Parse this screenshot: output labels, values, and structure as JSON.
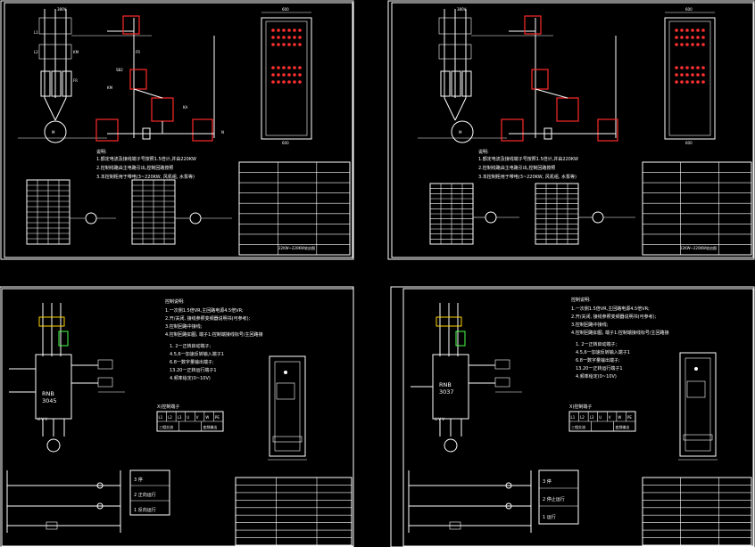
{
  "sheets": [
    {
      "id": "top-left",
      "drawing_title": "22KW~220KW软启图",
      "notes_header": "说明:",
      "notes": [
        "1.额定电流及接线端子号按照1.5倍计,并由220KW",
        "2.控制线路由主电路引出,控制回路按照",
        "3.本控制柜用于带电(3~220KW, 风机组, 水泵等)"
      ],
      "cabinet_top_label": "600",
      "cabinet_bottom_label": "600"
    },
    {
      "id": "top-right",
      "drawing_title": "22KW~220KW软启图",
      "notes_header": "说明:",
      "notes": [
        "1.额定电流及接线端子号按照1.5倍计,并由220KW",
        "2.控制线路由主电路引出,控制回路按照",
        "3.本控制柜用于带电(3~220KW, 风机组, 水泵等)"
      ],
      "cabinet_top_label": "600",
      "cabinet_bottom_label": "600"
    },
    {
      "id": "bottom-left",
      "device_label": "RNB",
      "device_model": "3045",
      "notes_header": "控制说明:",
      "notes": [
        "1.一次侧1.5倍VR,主回路电源4.5倍VR;",
        "2.开/关闭, 接线参照变频器说明书(可参考);",
        "3.控制回路中接线;",
        "4.控制回路如图, 端子1:控制端接线标号/主回路接",
        "1. 2一正转启动端子;",
        "4.5,6一加速反转输入端子1",
        "6.8一数字量输出端子;",
        "13.20一正转运行端子1",
        "4.频率给定(0~10V)"
      ],
      "terminal_header": "X)控制端子",
      "terminal_cells": [
        "L1",
        "L2",
        "L3",
        "U",
        "V",
        "W",
        "PE"
      ],
      "terminal_row2": [
        "三相交流",
        "",
        "变频输出"
      ],
      "panel_lines": [
        "3 停",
        "2 正向运行",
        "1 反向运行"
      ],
      "motor_terms": "U V V"
    },
    {
      "id": "bottom-right",
      "device_label": "RNB",
      "device_model": "3037",
      "notes_header": "控制说明:",
      "notes": [
        "1.一次侧1.5倍VR,主回路电源4.5倍VR;",
        "2.开/关闭, 接线参照变频器说明书(可参考);",
        "3.控制回路中接线;",
        "4.控制回路如图, 端子1:控制端接线标号/主回路接",
        "1. 2一正转启动端子;",
        "4.5,6一加速反转输入端子1",
        "6.8一数字量输出端子;",
        "13.20一正转运行端子1",
        "4.频率给定(0~10V)"
      ],
      "terminal_header": "X)控制端子",
      "terminal_cells": [
        "L1",
        "L2",
        "L3",
        "U",
        "V",
        "W",
        "PE"
      ],
      "terminal_row2": [
        "三相交流",
        "",
        "变频输出"
      ],
      "panel_lines": [
        "3 停",
        "2 停止运行",
        "1 运行"
      ],
      "motor_terms": "U V V"
    }
  ],
  "colors": {
    "background": "#000000",
    "line": "#ffffff",
    "highlight": "#ff2a2a",
    "indicator": "#ffd400",
    "accent": "#4aff4a"
  }
}
